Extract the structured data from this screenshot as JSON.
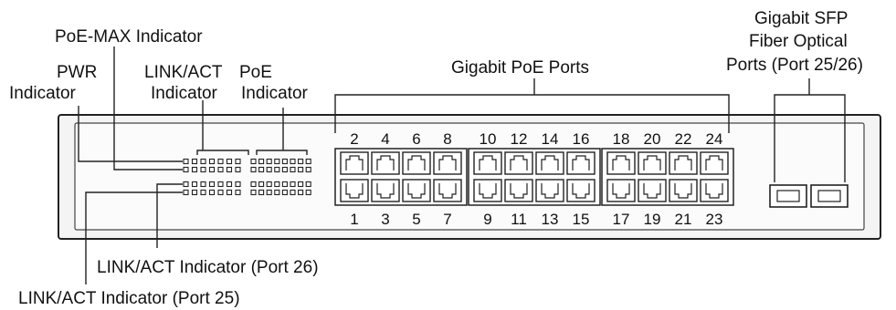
{
  "labels": {
    "poe_max": "PoE-MAX Indicator",
    "pwr_line1": "PWR",
    "pwr_line2": "Indicator",
    "linkact_line1": "LINK/ACT",
    "linkact_line2": "Indicator",
    "poe_line1": "PoE",
    "poe_line2": "Indicator",
    "gigabit_poe_ports": "Gigabit PoE Ports",
    "sfp_line1": "Gigabit SFP",
    "sfp_line2": "Fiber Optical",
    "sfp_line3": "Ports (Port 25/26)",
    "linkact_port26": "LINK/ACT Indicator (Port 26)",
    "linkact_port25": "LINK/ACT Indicator (Port 25)"
  },
  "ports": {
    "top_row": [
      "2",
      "4",
      "6",
      "8",
      "10",
      "12",
      "14",
      "16",
      "18",
      "20",
      "22",
      "24"
    ],
    "bottom_row": [
      "1",
      "3",
      "5",
      "7",
      "9",
      "11",
      "13",
      "15",
      "17",
      "19",
      "21",
      "23"
    ]
  }
}
